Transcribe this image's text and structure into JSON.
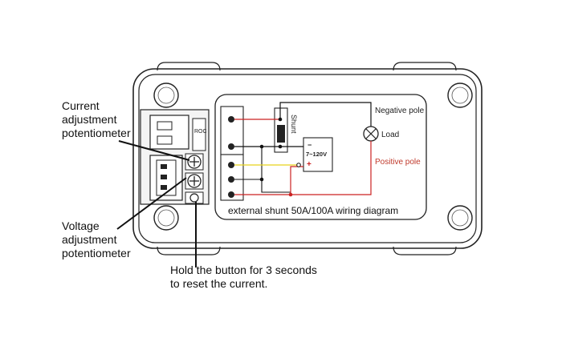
{
  "labels": {
    "current_pot": "Current\nadjustment\npotentiometer",
    "voltage_pot": "Voltage\nadjustment\npotentiometer",
    "reset_button": "Hold the button for 3 seconds\nto reset the current.",
    "diagram_caption": "external shunt 50A/100A wiring diagram",
    "negative_pole": "Negative pole",
    "load": "Load",
    "positive_pole": "Positive pole",
    "shunt": "Shunt",
    "supply_minus": "−",
    "supply_range": "7~120V",
    "supply_plus": "+",
    "connector_mark": "ROC"
  },
  "colors": {
    "outline": "#222222",
    "wire_black": "#111111",
    "wire_red": "#cc2222",
    "wire_yellow": "#e6d21a",
    "positive_text": "#c0392b"
  }
}
